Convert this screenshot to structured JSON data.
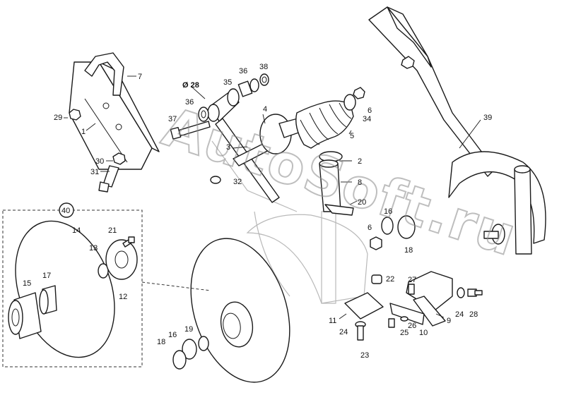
{
  "watermark": "AutoSoft.ru",
  "diameter_note": "Ø 28",
  "group_label": "40",
  "callouts": [
    "1",
    "2",
    "3",
    "4",
    "5",
    "6",
    "7",
    "8",
    "9",
    "10",
    "11",
    "12",
    "13",
    "14",
    "15",
    "16",
    "17",
    "18",
    "19",
    "20",
    "21",
    "22",
    "23",
    "24",
    "25",
    "26",
    "27",
    "28",
    "29",
    "30",
    "31",
    "32",
    "34",
    "35",
    "36",
    "37",
    "38",
    "39"
  ]
}
